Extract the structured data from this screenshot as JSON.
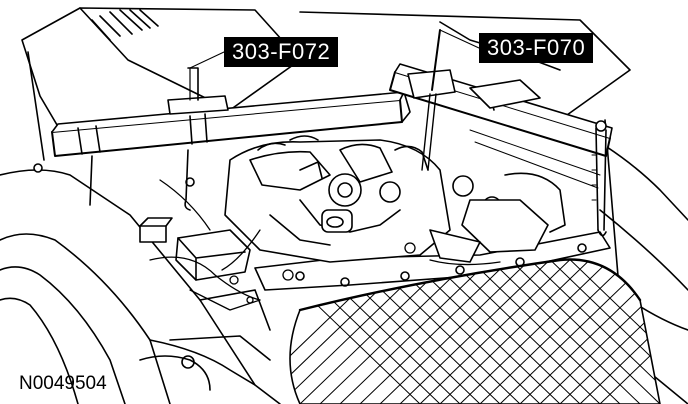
{
  "callouts": {
    "tool_left": "303-F072",
    "tool_right": "303-F070"
  },
  "figure_id": "N0049504",
  "colors": {
    "line": "#000000",
    "label_bg": "#000000",
    "label_text": "#ffffff",
    "background": "#ffffff"
  }
}
